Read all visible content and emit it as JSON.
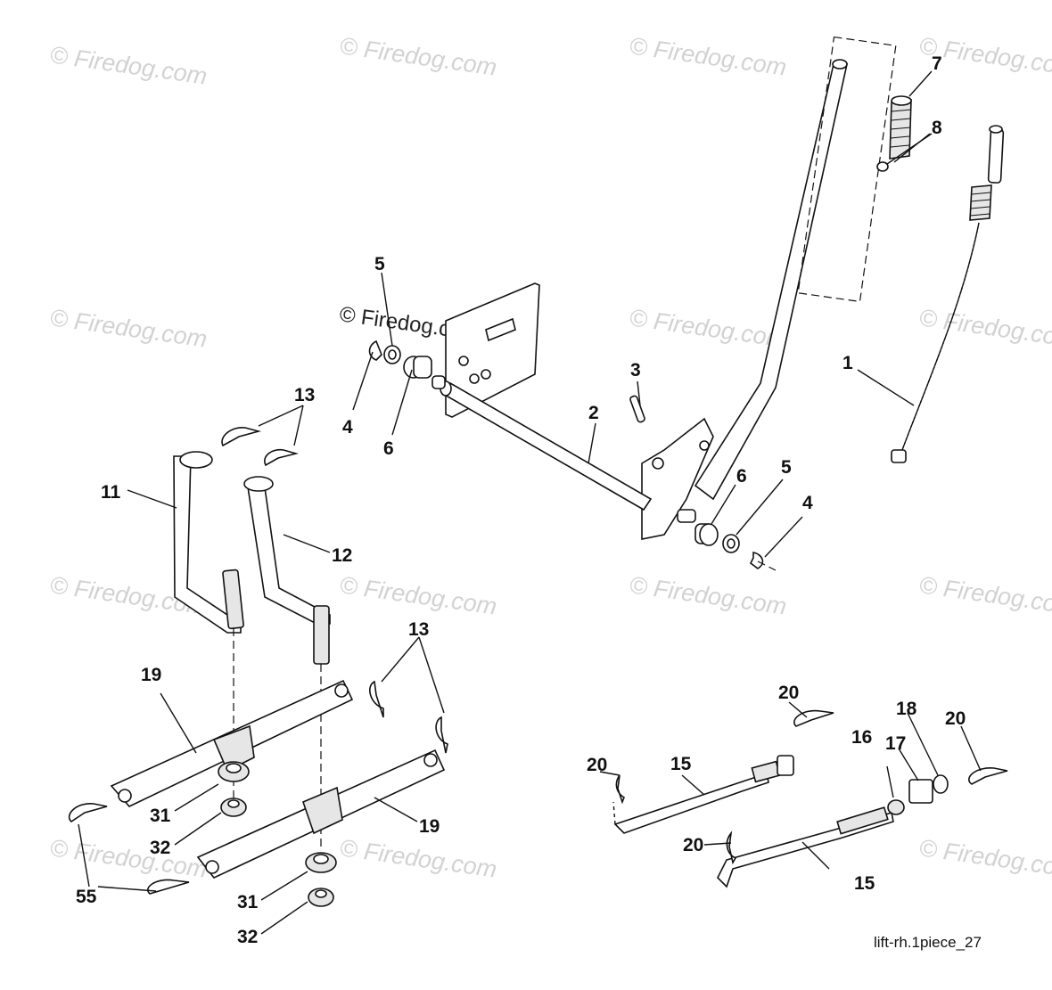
{
  "watermarks": [
    "© Firedog.com",
    "© Firedog.com",
    "© Firedog.com",
    "© Firedog.com",
    "© Firedog.com",
    "© Firedog.com",
    "© Firedog.com",
    "© Firedog.com",
    "© Firedog.com",
    "© Firedog.com",
    "© Firedog.com",
    "© Firedog.com",
    "© Firedog.com",
    "© Firedog.com"
  ],
  "center_watermark": "© Firedog.com",
  "callouts": [
    "7",
    "8",
    "1",
    "5",
    "4",
    "6",
    "3",
    "2",
    "6",
    "5",
    "4",
    "13",
    "11",
    "12",
    "13",
    "19",
    "19",
    "31",
    "32",
    "31",
    "32",
    "55",
    "20",
    "20",
    "18",
    "20",
    "16",
    "17",
    "15",
    "20",
    "15"
  ],
  "reference": "lift-rh.1piece_27"
}
